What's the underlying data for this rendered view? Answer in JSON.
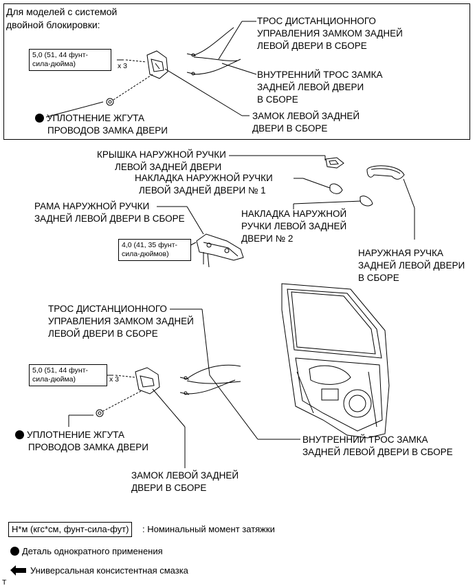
{
  "header": {
    "title_line1": "Для моделей с системой",
    "title_line2": "двойной блокировки:"
  },
  "top": {
    "torque_line1": "5,0 (51, 44 фунт-",
    "torque_line2": "сила-дюйма)",
    "qty": "x 3",
    "cable_remote_line1": "ТРОС ДИСТАНЦИОННОГО",
    "cable_remote_line2": "УПРАВЛЕНИЯ ЗАМКОМ ЗАДНЕЙ",
    "cable_remote_line3": "ЛЕВОЙ ДВЕРИ В СБОРЕ",
    "cable_inner_line1": "ВНУТРЕННИЙ ТРОС ЗАМКА",
    "cable_inner_line2": "ЗАДНЕЙ ЛЕВОЙ ДВЕРИ",
    "cable_inner_line3": "В СБОРЕ",
    "lock_line1": "ЗАМОК ЛЕВОЙ ЗАДНЕЙ",
    "lock_line2": "ДВЕРИ В СБОРЕ",
    "seal_line1": "УПЛОТНЕНИЕ ЖГУТА",
    "seal_line2": "ПРОВОДОВ ЗАМКА ДВЕРИ"
  },
  "middle": {
    "cover_line1": "КРЫШКА НАРУЖНОЙ РУЧКИ",
    "cover_line2": "ЛЕВОЙ ЗАДНЕЙ ДВЕРИ",
    "pad1_line1": "НАКЛАДКА НАРУЖНОЙ РУЧКИ",
    "pad1_line2": "ЛЕВОЙ ЗАДНЕЙ ДВЕРИ № 1",
    "frame_line1": "РАМА НАРУЖНОЙ РУЧКИ",
    "frame_line2": "ЗАДНЕЙ ЛЕВОЙ ДВЕРИ В СБОРЕ",
    "pad2_line1": "НАКЛАДКА НАРУЖНОЙ",
    "pad2_line2": "РУЧКИ ЛЕВОЙ ЗАДНЕЙ",
    "pad2_line3": "ДВЕРИ № 2",
    "torque_line1": "4,0 (41, 35 фунт-",
    "torque_line2": "сила-дюймов)",
    "handle_line1": "НАРУЖНАЯ РУЧКА",
    "handle_line2": "ЗАДНЕЙ ЛЕВОЙ ДВЕРИ",
    "handle_line3": "В СБОРЕ"
  },
  "bottom": {
    "cable_remote_line1": "ТРОС ДИСТАНЦИОННОГО",
    "cable_remote_line2": "УПРАВЛЕНИЯ ЗАМКОМ ЗАДНЕЙ",
    "cable_remote_line3": "ЛЕВОЙ ДВЕРИ В СБОРЕ",
    "torque_line1": "5,0 (51, 44 фунт-",
    "torque_line2": "сила-дюйма)",
    "qty": "x 3",
    "seal_line1": "УПЛОТНЕНИЕ ЖГУТА",
    "seal_line2": "ПРОВОДОВ ЗАМКА ДВЕРИ",
    "cable_inner_line1": "ВНУТРЕННИЙ ТРОС ЗАМКА",
    "cable_inner_line2": "ЗАДНЕЙ ЛЕВОЙ ДВЕРИ В СБОРЕ",
    "lock_line1": "ЗАМОК ЛЕВОЙ ЗАДНЕЙ",
    "lock_line2": "ДВЕРИ В СБОРЕ"
  },
  "legend": {
    "torque_box": "Н*м (кгс*см, фунт-сила-фут)",
    "torque_text": ": Номинальный момент затяжки",
    "nonreusable_text": "Деталь однократного применения",
    "grease_text": "Универсальная консистентная смазка",
    "footer_mark": "T"
  }
}
